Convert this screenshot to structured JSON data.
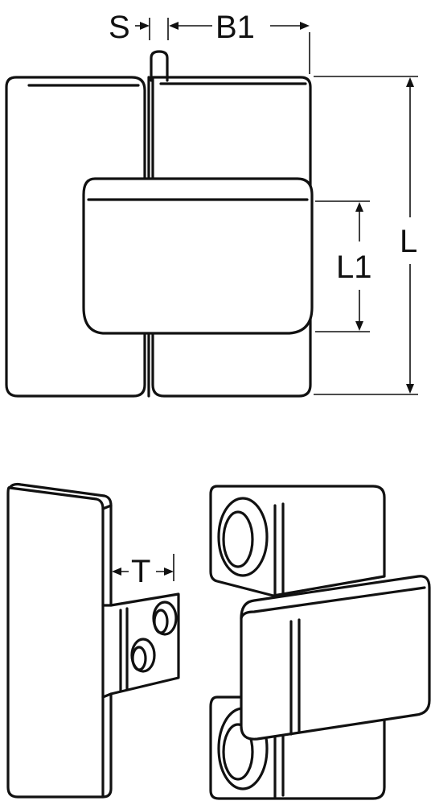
{
  "diagram": {
    "dimension_labels": {
      "s": "S",
      "b1": "B1",
      "l": "L",
      "l1": "L1",
      "t": "T"
    },
    "colors": {
      "line": "#111111",
      "background": "#ffffff"
    }
  }
}
